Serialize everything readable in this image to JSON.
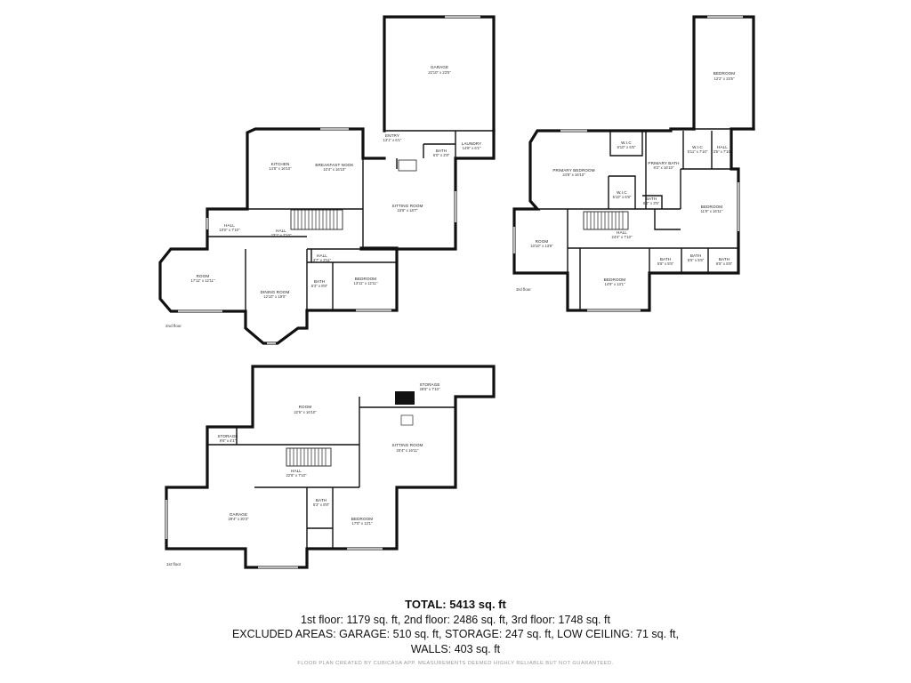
{
  "floors": [
    {
      "id": "floor2",
      "label": "2nd floor",
      "rooms": [
        {
          "name": "GARAGE",
          "dim": "22'10\" x 23'5\""
        },
        {
          "name": "ENTRY",
          "dim": "13'1\" x 6'1\""
        },
        {
          "name": "BATH",
          "dim": "6'0\" x 2'8\""
        },
        {
          "name": "LAUNDRY",
          "dim": "14'8\" x 6'1\""
        },
        {
          "name": "KITCHEN",
          "dim": "14'8\" x 16'10\""
        },
        {
          "name": "BREAKFAST NOOK",
          "dim": "10'4\" x 16'10\""
        },
        {
          "name": "SITTING ROOM",
          "dim": "15'8\" x 18'7\""
        },
        {
          "name": "HALL",
          "dim": "10'0\" x 7'10\""
        },
        {
          "name": "HALL",
          "dim": "23'1\" x 7'10\""
        },
        {
          "name": "ROOM",
          "dim": "17'11\" x 12'11\""
        },
        {
          "name": "DINING ROOM",
          "dim": "12'10\" x 19'0\""
        },
        {
          "name": "HALL",
          "dim": "3'7\" x 3'11\""
        },
        {
          "name": "BATH",
          "dim": "5'3\" x 8'8\""
        },
        {
          "name": "BEDROOM",
          "dim": "13'11\" x 12'11\""
        }
      ]
    },
    {
      "id": "floor3",
      "label": "3rd floor",
      "rooms": [
        {
          "name": "BEDROOM",
          "dim": "12'2\" x 23'5\""
        },
        {
          "name": "W.I.C",
          "dim": "6'10\" x 5'5\""
        },
        {
          "name": "W.I.C",
          "dim": "5'11\" x 7'10\""
        },
        {
          "name": "HALL",
          "dim": "3'5\" x 7'10\""
        },
        {
          "name": "PRIMARY BEDROOM",
          "dim": "24'8\" x 16'10\""
        },
        {
          "name": "PRIMARY BATH",
          "dim": "8'2\" x 16'10\""
        },
        {
          "name": "W.I.C",
          "dim": "5'10\" x 6'8\""
        },
        {
          "name": "BATH",
          "dim": "5'2\" x 3'5\""
        },
        {
          "name": "BEDROOM",
          "dim": "11'9\" x 16'11\""
        },
        {
          "name": "ROOM",
          "dim": "10'10\" x 13'6\""
        },
        {
          "name": "HALL",
          "dim": "24'4\" x 7'10\""
        },
        {
          "name": "BATH",
          "dim": "5'8\" x 5'5\""
        },
        {
          "name": "BATH",
          "dim": "5'5\" x 5'5\""
        },
        {
          "name": "BATH",
          "dim": "6'5\" x 5'5\""
        },
        {
          "name": "BEDROOM",
          "dim": "14'9\" x 13'1\""
        }
      ]
    },
    {
      "id": "floor1",
      "label": "1st floor",
      "rooms": [
        {
          "name": "STORAGE",
          "dim": "28'6\" x 7'10\""
        },
        {
          "name": "ROOM",
          "dim": "22'5\" x 16'10\""
        },
        {
          "name": "STORAGE",
          "dim": "9'6\" x 4'1\""
        },
        {
          "name": "SITTING ROOM",
          "dim": "20'4\" x 16'11\""
        },
        {
          "name": "HALL",
          "dim": "22'8\" x 7'10\""
        },
        {
          "name": "BATH",
          "dim": "5'3\" x 8'8\""
        },
        {
          "name": "BEDROOM",
          "dim": "17'0\" x 13'1\""
        },
        {
          "name": "GARAGE",
          "dim": "29'4\" x 20'3\""
        }
      ]
    }
  ],
  "summary": {
    "total": "TOTAL: 5413 sq. ft",
    "line1": "1st floor: 1179 sq. ft, 2nd floor: 2486 sq. ft, 3rd floor: 1748 sq. ft",
    "line2": "EXCLUDED AREAS: GARAGE: 510 sq. ft, STORAGE: 247 sq. ft, LOW CEILING: 71 sq. ft,",
    "line3": "WALLS: 403 sq. ft"
  },
  "disclaimer": "FLOOR PLAN CREATED BY CUBICASA APP. MEASUREMENTS DEEMED HIGHLY RELIABLE BUT NOT GUARANTEED."
}
